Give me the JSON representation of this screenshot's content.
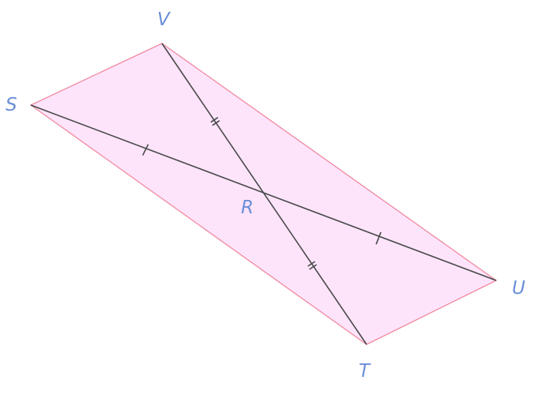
{
  "diagram": {
    "vertices": {
      "S": "S",
      "V": "V",
      "U": "U",
      "T": "T"
    },
    "center": "R",
    "colors": {
      "fill": "#fde4fb",
      "edge": "#f08aa0",
      "diagonal": "#4a4a4a",
      "label": "#6b8fd6"
    },
    "tick_marks": {
      "SR": 1,
      "RU": 1,
      "VR": 2,
      "RT": 2
    }
  }
}
